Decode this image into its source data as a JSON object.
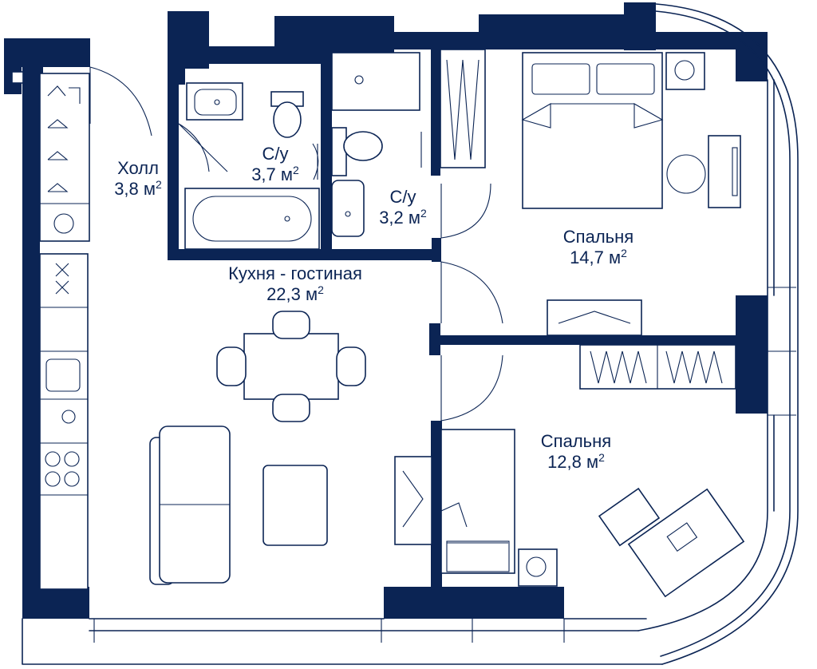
{
  "colors": {
    "wall": "#0b2454",
    "background": "#ffffff"
  },
  "rooms": [
    {
      "id": "hall",
      "name": "Холл",
      "area": "3,8 м",
      "unit_power": "2"
    },
    {
      "id": "bath1",
      "name": "С/у",
      "area": "3,7 м",
      "unit_power": "2"
    },
    {
      "id": "bath2",
      "name": "С/у",
      "area": "3,2 м",
      "unit_power": "2"
    },
    {
      "id": "kitchen",
      "name": "Кухня - гостиная",
      "area": "22,3 м",
      "unit_power": "2"
    },
    {
      "id": "bedroom1",
      "name": "Спальня",
      "area": "14,7 м",
      "unit_power": "2"
    },
    {
      "id": "bedroom2",
      "name": "Спальня",
      "area": "12,8 м",
      "unit_power": "2"
    }
  ]
}
